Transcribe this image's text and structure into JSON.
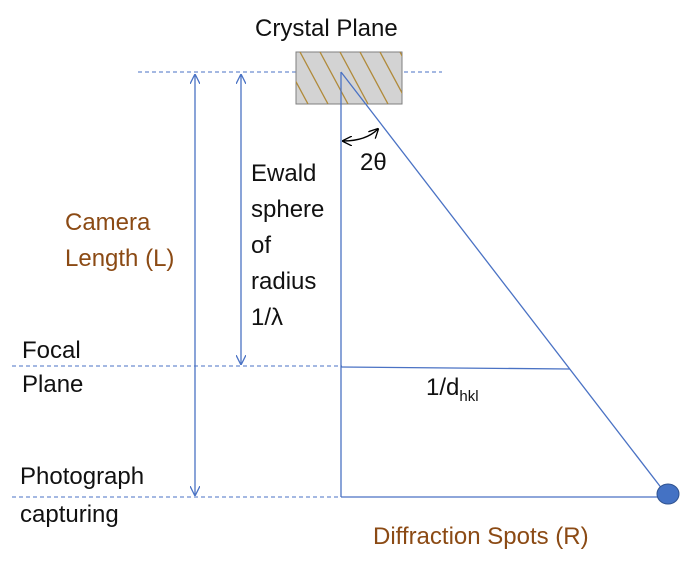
{
  "labels": {
    "crystal_plane": "Crystal Plane",
    "camera_length": [
      "Camera",
      "Length (L)"
    ],
    "ewald": [
      "Ewald",
      "sphere",
      "of",
      "radius",
      "1/λ"
    ],
    "angle": "2θ",
    "focal_plane": [
      "Focal",
      "Plane"
    ],
    "d_main": "1/d",
    "d_sub": "hkl",
    "photograph": [
      "Photograph",
      "capturing"
    ],
    "diffraction_spots": "Diffraction Spots (R)"
  },
  "colors": {
    "line": "#4a72c4",
    "spot_fill": "#4472c4",
    "spot_stroke": "#2f528f",
    "accent_text": "#8b4a14",
    "crystal_fill": "#d3d3d3",
    "crystal_hatch": "#b08a3a"
  }
}
